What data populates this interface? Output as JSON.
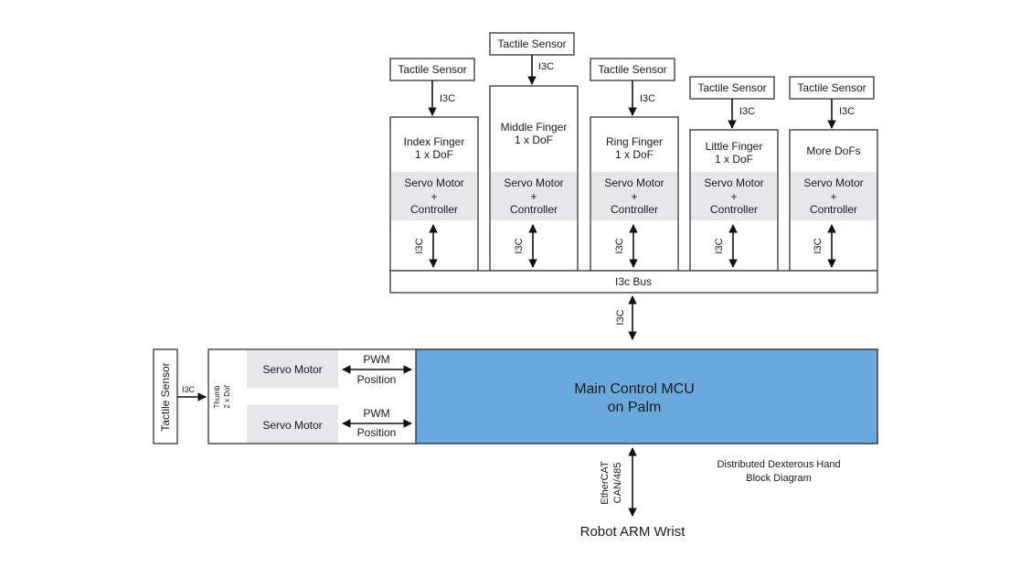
{
  "sensors": {
    "index": "Tactile Sensor",
    "middle": "Tactile Sensor",
    "ring": "Tactile Sensor",
    "little": "Tactile Sensor",
    "more": "Tactile Sensor",
    "thumb": "Tactile Sensor"
  },
  "links": {
    "index_sensor": "I3C",
    "middle_sensor": "I3C",
    "ring_sensor": "I3C",
    "little_sensor": "I3C",
    "more_sensor": "I3C",
    "index_bus": "I3C",
    "middle_bus": "I3C",
    "ring_bus": "I3C",
    "little_bus": "I3C",
    "more_bus": "I3C",
    "bus_mcu": "I3C",
    "thumb_sensor": "I3C"
  },
  "fingers": {
    "index": {
      "line1": "Index Finger",
      "line2": "1 x DoF"
    },
    "middle": {
      "line1": "Middle Finger",
      "line2": "1 x DoF"
    },
    "ring": {
      "line1": "Ring Finger",
      "line2": "1 x DoF"
    },
    "little": {
      "line1": "Little Finger",
      "line2": "1 x DoF"
    },
    "more": {
      "line1": "More DoFs"
    }
  },
  "servo_block": {
    "line1": "Servo Motor",
    "line2": "+",
    "line3": "Controller"
  },
  "bus_label": "I3c Bus",
  "thumb": {
    "line1": "Thumb",
    "line2": "2 x Dof",
    "servo1": "Servo Motor",
    "servo2": "Servo Motor",
    "pwm1": "PWM",
    "pos1": "Position",
    "pwm2": "PWM",
    "pos2": "Position"
  },
  "mcu": {
    "line1": "Main Control MCU",
    "line2": "on Palm"
  },
  "wrist_link": {
    "line1": "EtherCAT",
    "line2": "CAN/485"
  },
  "wrist_label": "Robot ARM Wrist",
  "caption": {
    "line1": "Distributed Dexterous Hand",
    "line2": "Block Diagram"
  },
  "colors": {
    "mcu": "#6aa9dd",
    "servo_fill": "#e6e7e8",
    "stroke": "#222222"
  }
}
